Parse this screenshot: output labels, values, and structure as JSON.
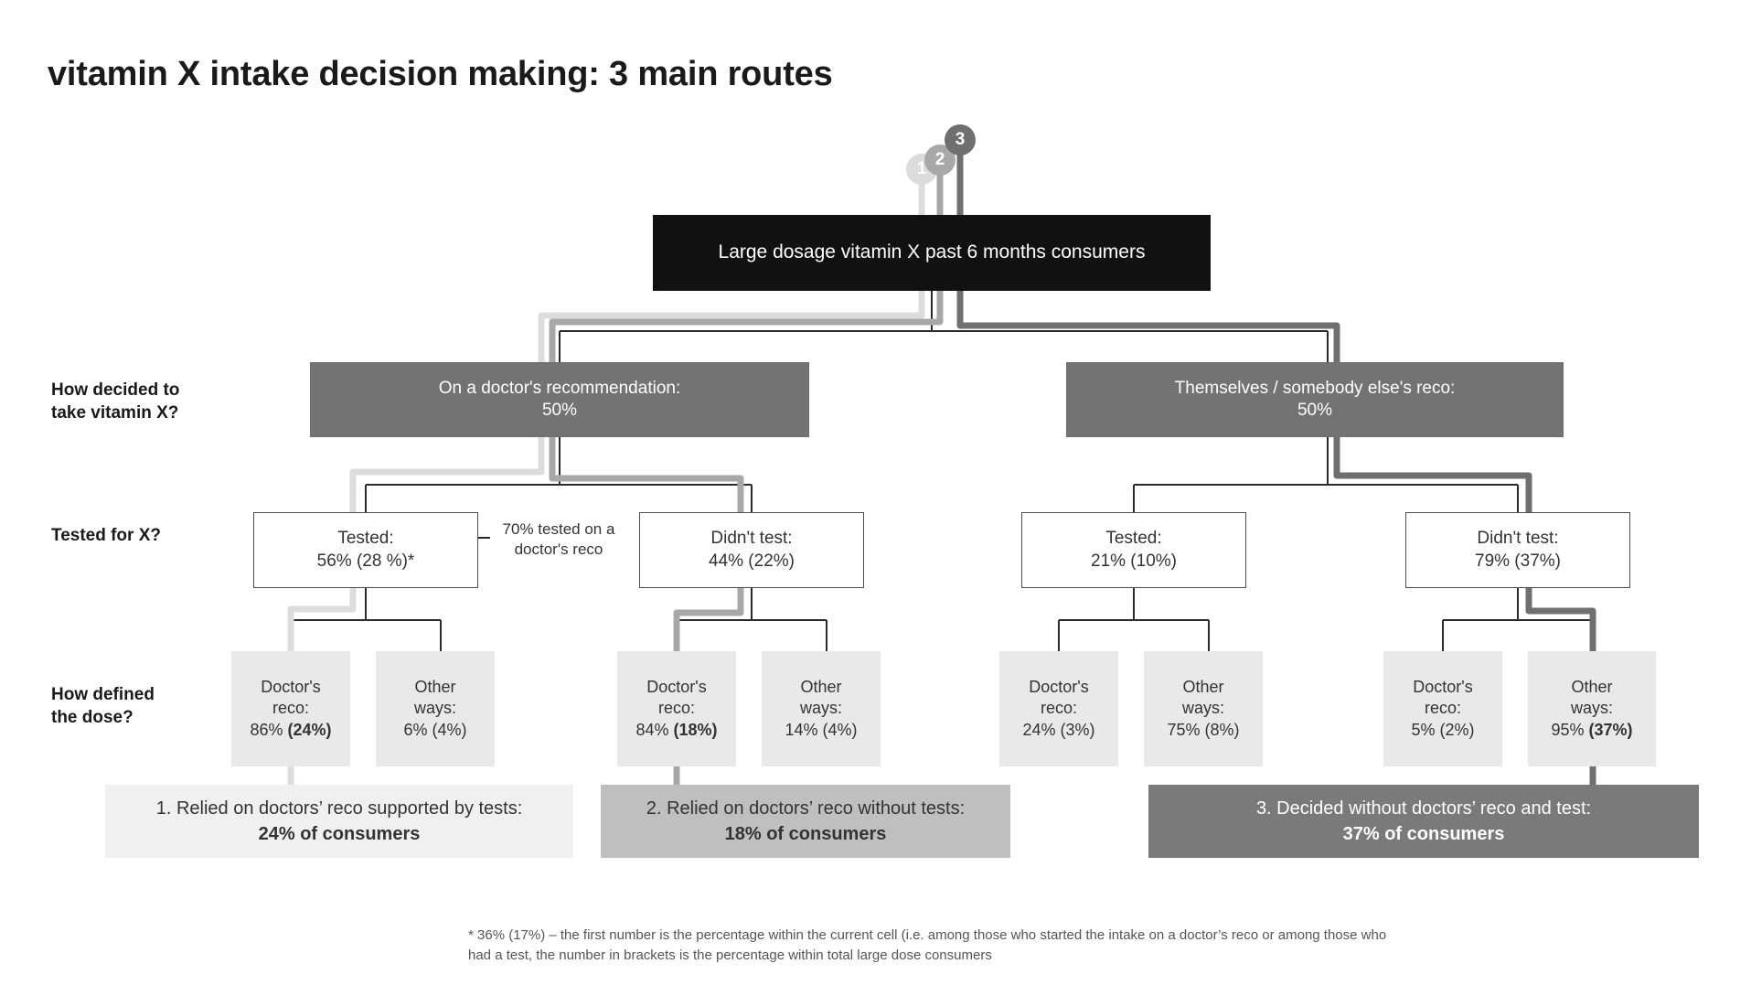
{
  "title": "vitamin X intake decision making: 3 main routes",
  "row_labels": [
    {
      "id": "how-decided",
      "line1": "How decided to",
      "line2": "take vitamin X?"
    },
    {
      "id": "tested",
      "line1": "Tested for X?",
      "line2": ""
    },
    {
      "id": "how-dose",
      "line1": "How defined",
      "line2": "the dose?"
    }
  ],
  "badges": [
    {
      "id": "route-1",
      "label": "1",
      "color": "#dcdcdc"
    },
    {
      "id": "route-2",
      "label": "2",
      "color": "#a8a8a8"
    },
    {
      "id": "route-3",
      "label": "3",
      "color": "#6f6f6f"
    }
  ],
  "root": {
    "label": "Large dosage vitamin X past 6 months consumers",
    "color": "#111111"
  },
  "level2": [
    {
      "id": "doctors-reco",
      "line1": "On a doctor's recommendation:",
      "line2": "50%"
    },
    {
      "id": "themselves-reco",
      "line1": "Themselves / somebody else's reco:",
      "line2": "50%"
    }
  ],
  "level3": [
    {
      "id": "tested-left",
      "line1": "Tested:",
      "line2": "56% (28 %)*"
    },
    {
      "id": "didnt-test-left",
      "line1": "Didn't test:",
      "line2": "44% (22%)"
    },
    {
      "id": "tested-right",
      "line1": "Tested:",
      "line2": "21% (10%)"
    },
    {
      "id": "didnt-test-right",
      "line1": "Didn't test:",
      "line2": "79% (37%)"
    }
  ],
  "annotation": {
    "line1": "70% tested on",
    "line2": "a doctor's reco"
  },
  "level4": [
    {
      "id": "dose-doc-1",
      "line1": "Doctor's",
      "line2": "reco:",
      "pct": "86% ",
      "bracket": "(24%)",
      "bold": true
    },
    {
      "id": "dose-other-1",
      "line1": "Other",
      "line2": "ways:",
      "pct": "6% ",
      "bracket": "(4%)",
      "bold": false
    },
    {
      "id": "dose-doc-2",
      "line1": "Doctor's",
      "line2": "reco:",
      "pct": "84% ",
      "bracket": "(18%)",
      "bold": true
    },
    {
      "id": "dose-other-2",
      "line1": "Other",
      "line2": "ways:",
      "pct": "14% ",
      "bracket": "(4%)",
      "bold": false
    },
    {
      "id": "dose-doc-3",
      "line1": "Doctor's",
      "line2": "reco:",
      "pct": "24% ",
      "bracket": "(3%)",
      "bold": false
    },
    {
      "id": "dose-other-3",
      "line1": "Other",
      "line2": "ways:",
      "pct": "75% ",
      "bracket": "(8%)",
      "bold": false
    },
    {
      "id": "dose-doc-4",
      "line1": "Doctor's",
      "line2": "reco:",
      "pct": "5% ",
      "bracket": "(2%)",
      "bold": false
    },
    {
      "id": "dose-other-4",
      "line1": "Other",
      "line2": "ways:",
      "pct": "95% ",
      "bracket": "(37%)",
      "bold": true
    }
  ],
  "conclusions": [
    {
      "id": "conclusion-1",
      "line1": "1. Relied on doctors’ reco supported by tests:",
      "line2": "24% of consumers",
      "color": "#f0f0f0"
    },
    {
      "id": "conclusion-2",
      "line1": "2. Relied on doctors’ reco without tests:",
      "line2": "18% of consumers",
      "color": "#bfbfbf"
    },
    {
      "id": "conclusion-3",
      "line1": "3. Decided without doctors’ reco and test:",
      "line2": "37% of consumers",
      "color": "#7a7a7a"
    }
  ],
  "footnote": {
    "line1": "* 36% (17%) – the first number is the percentage within the current cell (i.e. among those who started the intake on a doctor’s reco or",
    "line2": "among those who had a test, the number in brackets is the percentage within total large dose consumers"
  },
  "chart_data": {
    "type": "tree",
    "title": "vitamin X intake decision making: 3 main routes",
    "root": "Large dosage vitamin X past 6 months consumers",
    "levels": [
      "How decided to take vitamin X?",
      "Tested for X?",
      "How defined the dose?"
    ],
    "nodes": [
      {
        "level": 1,
        "label": "On a doctor's recommendation",
        "value": 50,
        "unit": "%"
      },
      {
        "level": 1,
        "label": "Themselves / somebody else's reco",
        "value": 50,
        "unit": "%"
      },
      {
        "level": 2,
        "parent": "On a doctor's recommendation",
        "label": "Tested",
        "value": 56,
        "total_value": 28
      },
      {
        "level": 2,
        "parent": "On a doctor's recommendation",
        "label": "Didn't test",
        "value": 44,
        "total_value": 22
      },
      {
        "level": 2,
        "parent": "Themselves / somebody else's reco",
        "label": "Tested",
        "value": 21,
        "total_value": 10
      },
      {
        "level": 2,
        "parent": "Themselves / somebody else's reco",
        "label": "Didn't test",
        "value": 79,
        "total_value": 37
      },
      {
        "level": 3,
        "parent": "Tested (doctor)",
        "label": "Doctor's reco",
        "value": 86,
        "total_value": 24
      },
      {
        "level": 3,
        "parent": "Tested (doctor)",
        "label": "Other ways",
        "value": 6,
        "total_value": 4
      },
      {
        "level": 3,
        "parent": "Didn't test (doctor)",
        "label": "Doctor's reco",
        "value": 84,
        "total_value": 18
      },
      {
        "level": 3,
        "parent": "Didn't test (doctor)",
        "label": "Other ways",
        "value": 14,
        "total_value": 4
      },
      {
        "level": 3,
        "parent": "Tested (self)",
        "label": "Doctor's reco",
        "value": 24,
        "total_value": 3
      },
      {
        "level": 3,
        "parent": "Tested (self)",
        "label": "Other ways",
        "value": 75,
        "total_value": 8
      },
      {
        "level": 3,
        "parent": "Didn't test (self)",
        "label": "Doctor's reco",
        "value": 5,
        "total_value": 2
      },
      {
        "level": 3,
        "parent": "Didn't test (self)",
        "label": "Other ways",
        "value": 95,
        "total_value": 37
      }
    ],
    "routes": [
      {
        "number": 1,
        "label": "Relied on doctors’ reco supported by tests",
        "value": 24,
        "unit": "% of consumers",
        "color": "#dcdcdc"
      },
      {
        "number": 2,
        "label": "Relied on doctors’ reco without tests",
        "value": 18,
        "unit": "% of consumers",
        "color": "#a8a8a8"
      },
      {
        "number": 3,
        "label": "Decided without doctors’ reco and test",
        "value": 37,
        "unit": "% of consumers",
        "color": "#6f6f6f"
      }
    ],
    "annotation": "70% tested on a doctor's reco"
  }
}
